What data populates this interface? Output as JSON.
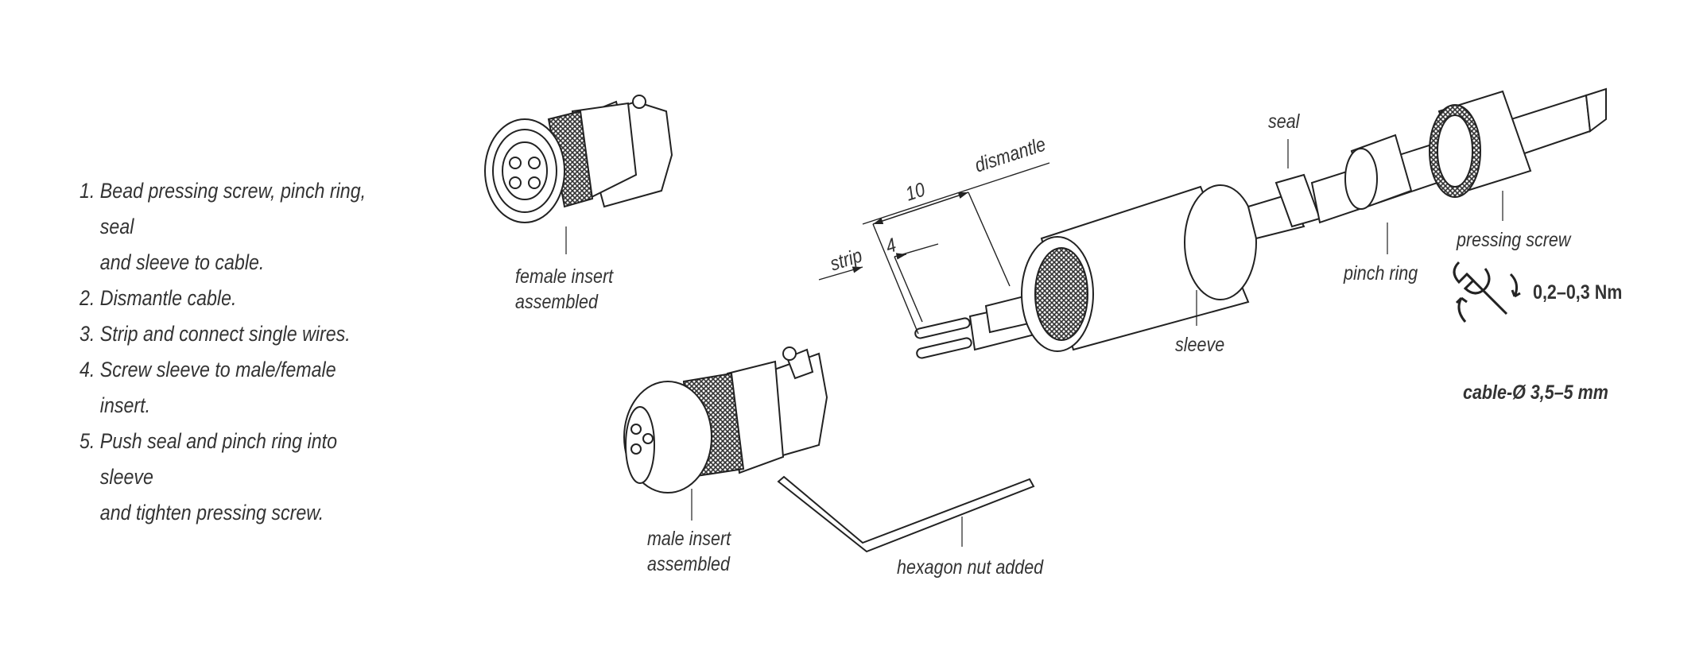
{
  "instructions": [
    {
      "num": "1.",
      "text": "Bead pressing screw, pinch ring, seal",
      "cont": "and sleeve to cable."
    },
    {
      "num": "2.",
      "text": "Dismantle cable."
    },
    {
      "num": "3.",
      "text": "Strip and connect single wires."
    },
    {
      "num": "4.",
      "text": "Screw sleeve to male/female insert."
    },
    {
      "num": "5.",
      "text": "Push seal and pinch ring into sleeve",
      "cont": "and tighten pressing screw."
    }
  ],
  "labels": {
    "female_insert": [
      "female insert",
      "assembled"
    ],
    "male_insert": [
      "male insert",
      "assembled"
    ],
    "hexagon_nut": "hexagon nut added",
    "strip": "strip",
    "dismantle": "dismantle",
    "dim_10": "10",
    "dim_4": "4",
    "seal": "seal",
    "sleeve": "sleeve",
    "pinch_ring": "pinch ring",
    "pressing_screw": "pressing screw",
    "torque": "0,2–0,3 Nm",
    "cable_diameter": "cable-Ø 3,5–5 mm"
  },
  "icons": [
    "wrench-torque-icon"
  ]
}
